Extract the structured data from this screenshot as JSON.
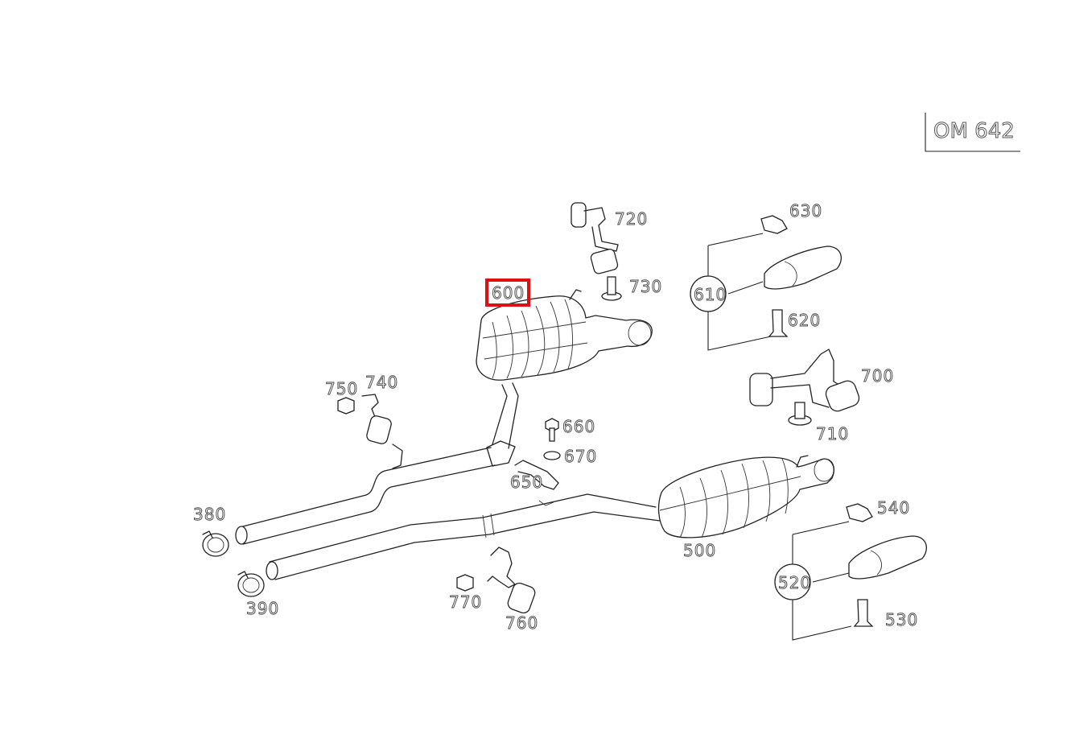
{
  "engine_code": "OM 642",
  "highlighted_part": "600",
  "labels": {
    "p380": "380",
    "p390": "390",
    "p500": "500",
    "p520": "520",
    "p530": "530",
    "p540": "540",
    "p600": "600",
    "p610": "610",
    "p620": "620",
    "p630": "630",
    "p650": "650",
    "p660": "660",
    "p670": "670",
    "p700": "700",
    "p710": "710",
    "p720": "720",
    "p730": "730",
    "p740": "740",
    "p750": "750",
    "p760": "760",
    "p770": "770"
  },
  "colors": {
    "highlight": "#e01010",
    "line": "#222222"
  }
}
